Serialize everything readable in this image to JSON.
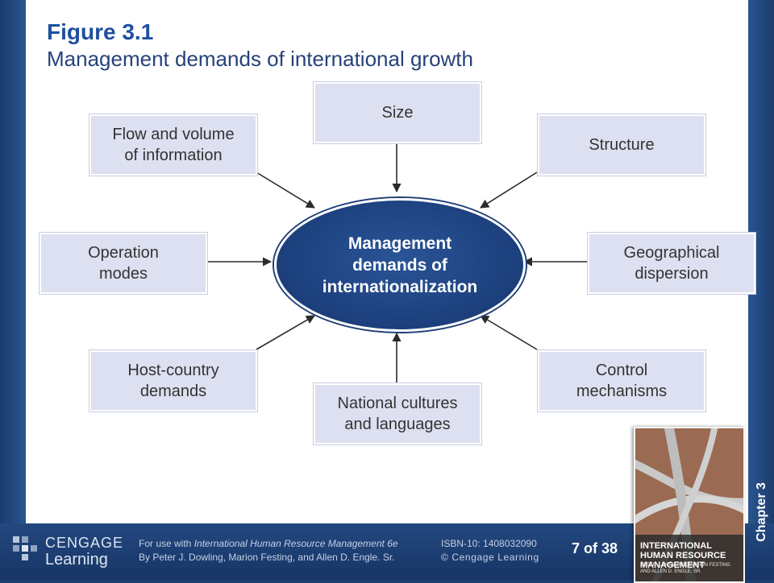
{
  "title": {
    "figure": "Figure 3.1",
    "subtitle": "Management demands of international growth"
  },
  "diagram": {
    "center": "Management\ndemands of\ninternationalization",
    "boxes": {
      "size": "Size",
      "flow": "Flow and volume\nof information",
      "structure": "Structure",
      "operation": "Operation\nmodes",
      "geographical": "Geographical\ndispersion",
      "host": "Host-country\ndemands",
      "control": "Control\nmechanisms",
      "national": "National cultures\nand languages"
    }
  },
  "footer": {
    "logo_line1": "CENGAGE",
    "logo_line2": "Learning",
    "use_prefix": "For use with ",
    "book_title": "International Human Resource Management 6e",
    "authors": "By Peter J. Dowling, Marion Festing, and Allen D. Engle. Sr.",
    "isbn": "ISBN-10: 1408032090",
    "copyright": "© Cengage Learning",
    "page": "7 of 38",
    "chapter": "Chapter 3"
  },
  "cover": {
    "title": "INTERNATIONAL HUMAN RESOURCE MANAGEMENT",
    "authors": "PETER J. DOWLING, MARION FESTING AND ALLEN D. ENGLE, SR."
  },
  "colors": {
    "title": "#1f4fa0",
    "box_fill": "#dde0f0",
    "ellipse": "#1c3f7c",
    "band": "#1c3f73"
  }
}
